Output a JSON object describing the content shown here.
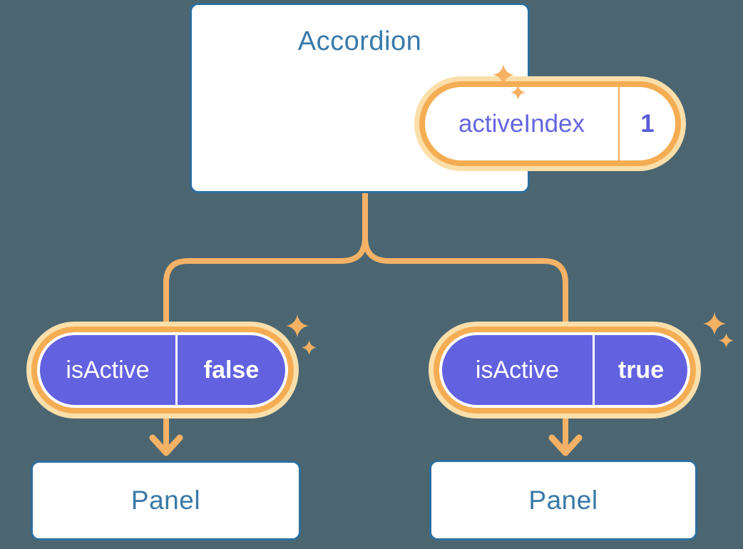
{
  "background_color": "#4B6671",
  "colors": {
    "line_orange": "#F5B266",
    "ring_orange": "#F5AD53",
    "ring_halo": "#FBDFAA",
    "pill_purple": "#6262E0",
    "box_border_blue": "#2D6E9E",
    "title_blue": "#3879A8",
    "box_fill": "#FFFFFF"
  },
  "decorations": {
    "sparkle_icon": "four-point-star",
    "arrow_icon": "down-arrow"
  },
  "diagram": {
    "type": "component-tree",
    "root": {
      "title": "Accordion",
      "state_pill": {
        "label": "activeIndex",
        "value": "1"
      }
    },
    "children": [
      {
        "prop_pill": {
          "label": "isActive",
          "value": "false"
        },
        "node": {
          "title": "Panel"
        }
      },
      {
        "prop_pill": {
          "label": "isActive",
          "value": "true"
        },
        "node": {
          "title": "Panel"
        }
      }
    ]
  }
}
